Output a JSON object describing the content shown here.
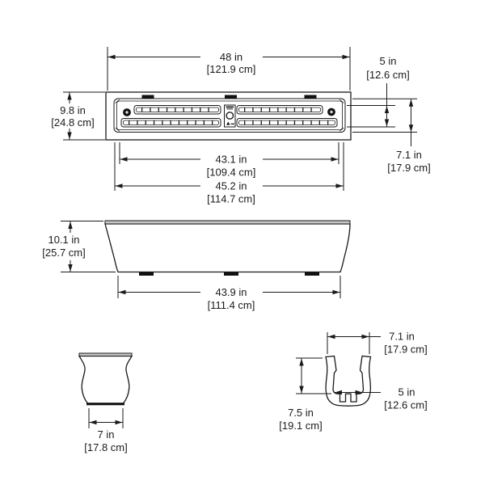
{
  "drawing": {
    "type": "technical-dimension-diagram",
    "subject": "linear fire pit burner pan and pot - multi-view dimensional drawing",
    "background": "#ffffff",
    "line_color": "#1a1a1a",
    "views": {
      "top": {
        "overall_width": {
          "in": "48 in",
          "cm": "[121.9 cm]"
        },
        "overall_depth": {
          "in": "9.8 in",
          "cm": "[24.8 cm]"
        },
        "burner_opening_depth": {
          "in": "5 in",
          "cm": "[12.6 cm]"
        },
        "pan_depth": {
          "in": "7.1 in",
          "cm": "[17.9 cm]"
        },
        "opening_width": {
          "in": "43.1 in",
          "cm": "[109.4 cm]"
        },
        "pan_width": {
          "in": "45.2 in",
          "cm": "[114.7 cm]"
        }
      },
      "front": {
        "height": {
          "in": "10.1 in",
          "cm": "[25.7 cm]"
        },
        "base_width": {
          "in": "43.9 in",
          "cm": "[111.4 cm]"
        }
      },
      "end": {
        "base_width": {
          "in": "7 in",
          "cm": "[17.8 cm]"
        }
      },
      "section": {
        "top_width": {
          "in": "7.1 in",
          "cm": "[17.9 cm]"
        },
        "inner_width": {
          "in": "5 in",
          "cm": "[12.6 cm]"
        },
        "height": {
          "in": "7.5 in",
          "cm": "[19.1 cm]"
        }
      }
    }
  }
}
